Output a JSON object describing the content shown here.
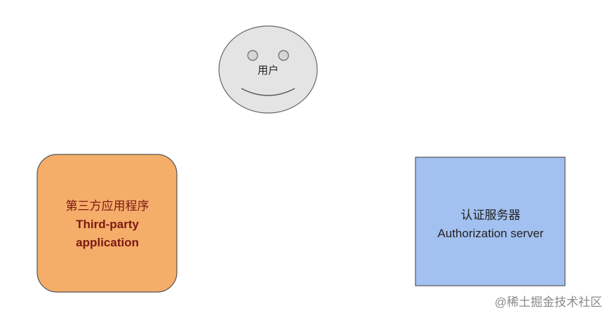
{
  "nodes": {
    "user": {
      "label": "用户",
      "shape": "smiley-face",
      "fill": "#e4e4e4",
      "stroke": "#666666"
    },
    "third_party": {
      "label_zh": "第三方应用程序",
      "label_en_line1": "Third-party",
      "label_en_line2": "application",
      "fill": "#f5ad6a",
      "stroke": "#555555",
      "text_color": "#7a1a12"
    },
    "auth_server": {
      "label_zh": "认证服务器",
      "label_en": "Authorization server",
      "fill": "#a3c1f0",
      "stroke": "#555555"
    }
  },
  "watermark": "@稀土掘金技术社区"
}
